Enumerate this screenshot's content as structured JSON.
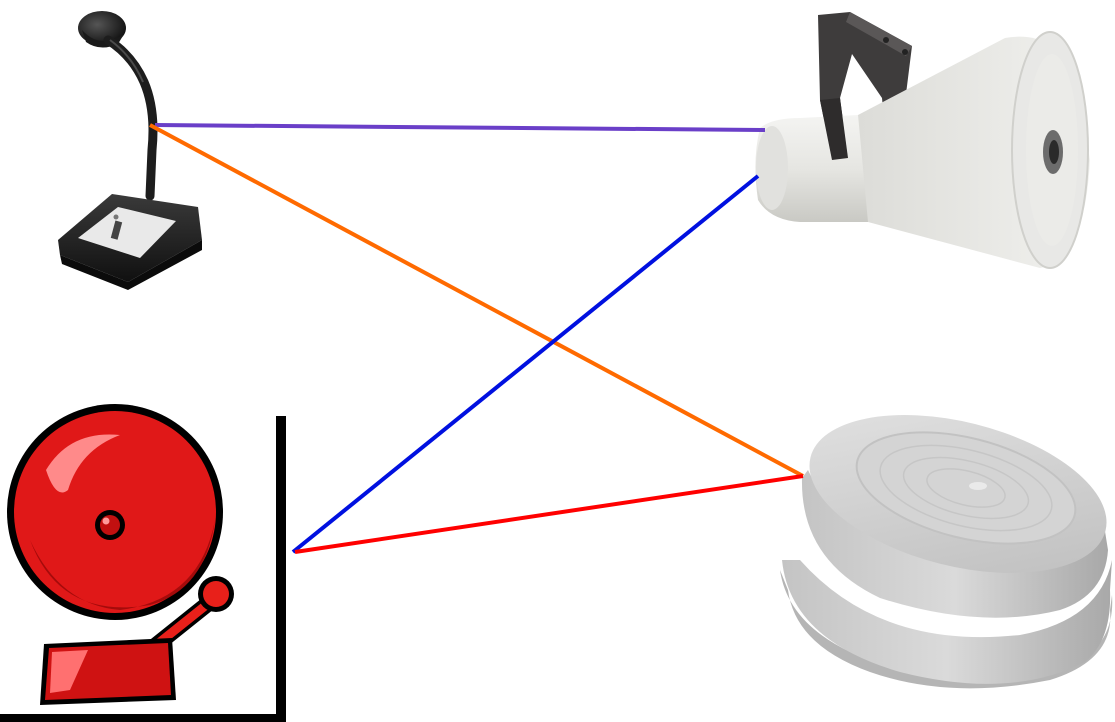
{
  "devices": [
    {
      "id": "microphone",
      "icon": "desk-microphone-icon"
    },
    {
      "id": "horn-speaker",
      "icon": "horn-speaker-icon"
    },
    {
      "id": "alarm-bell",
      "icon": "alarm-bell-icon"
    },
    {
      "id": "ceiling-speaker",
      "icon": "ceiling-speaker-icon"
    }
  ],
  "connections": [
    {
      "from": "microphone",
      "to": "horn-speaker",
      "color": "#6a3fc8"
    },
    {
      "from": "microphone",
      "to": "ceiling-speaker",
      "color": "#ff6a00"
    },
    {
      "from": "alarm-bell",
      "to": "horn-speaker",
      "color": "#0010e0"
    },
    {
      "from": "alarm-bell",
      "to": "ceiling-speaker",
      "color": "#ff0000"
    }
  ]
}
